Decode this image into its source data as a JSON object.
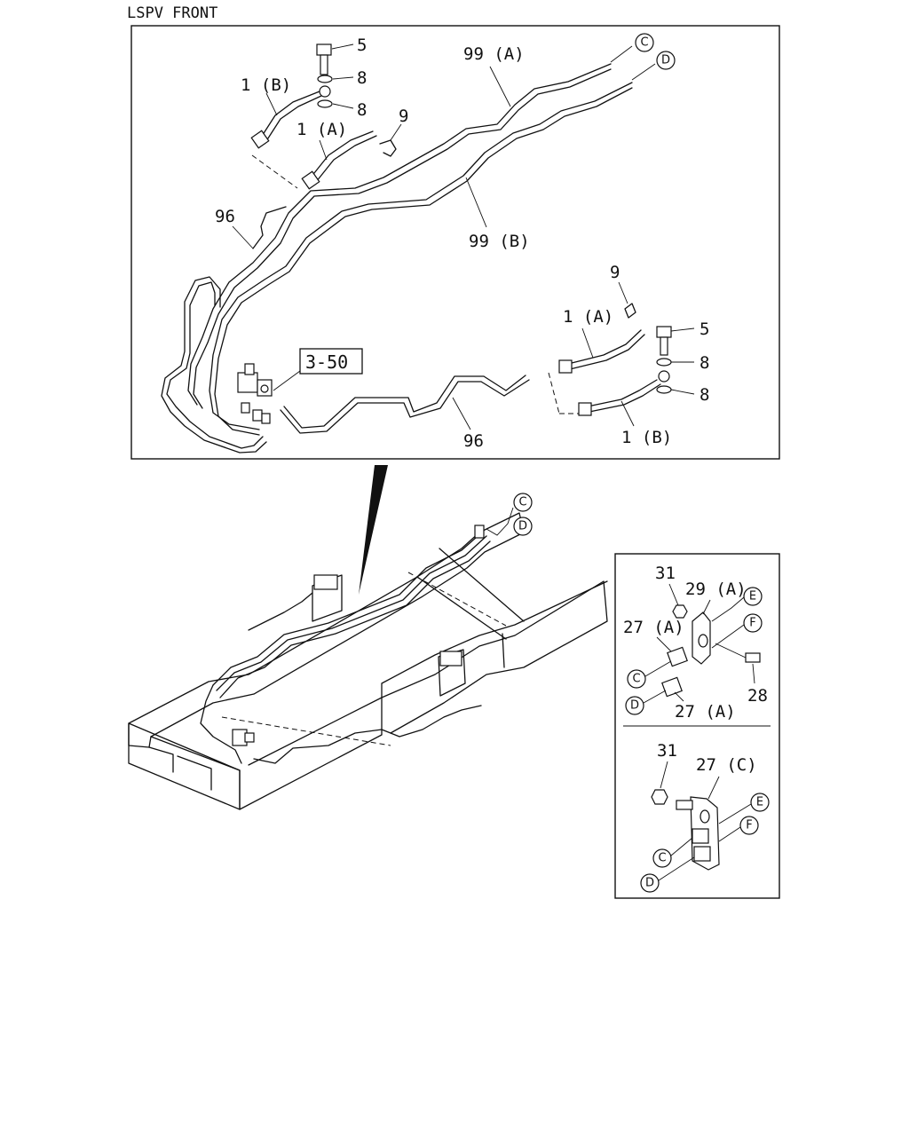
{
  "title": "LSPV FRONT",
  "ref_box": "3-50",
  "labels": {
    "bolt_5": "5",
    "washer_8": "8",
    "hose_1a": "1 (A)",
    "hose_1b": "1 (B)",
    "clip_9": "9",
    "pipe_96": "96",
    "pipe_99a": "99 (A)",
    "pipe_99b": "99 (B)",
    "nut_31": "31",
    "bracket_29a": "29 (A)",
    "grommet_27a": "27 (A)",
    "bolt_28": "28",
    "bracket_27c": "27 (C)"
  },
  "connectors": {
    "c": "C",
    "d": "D",
    "e": "E",
    "f": "F"
  }
}
